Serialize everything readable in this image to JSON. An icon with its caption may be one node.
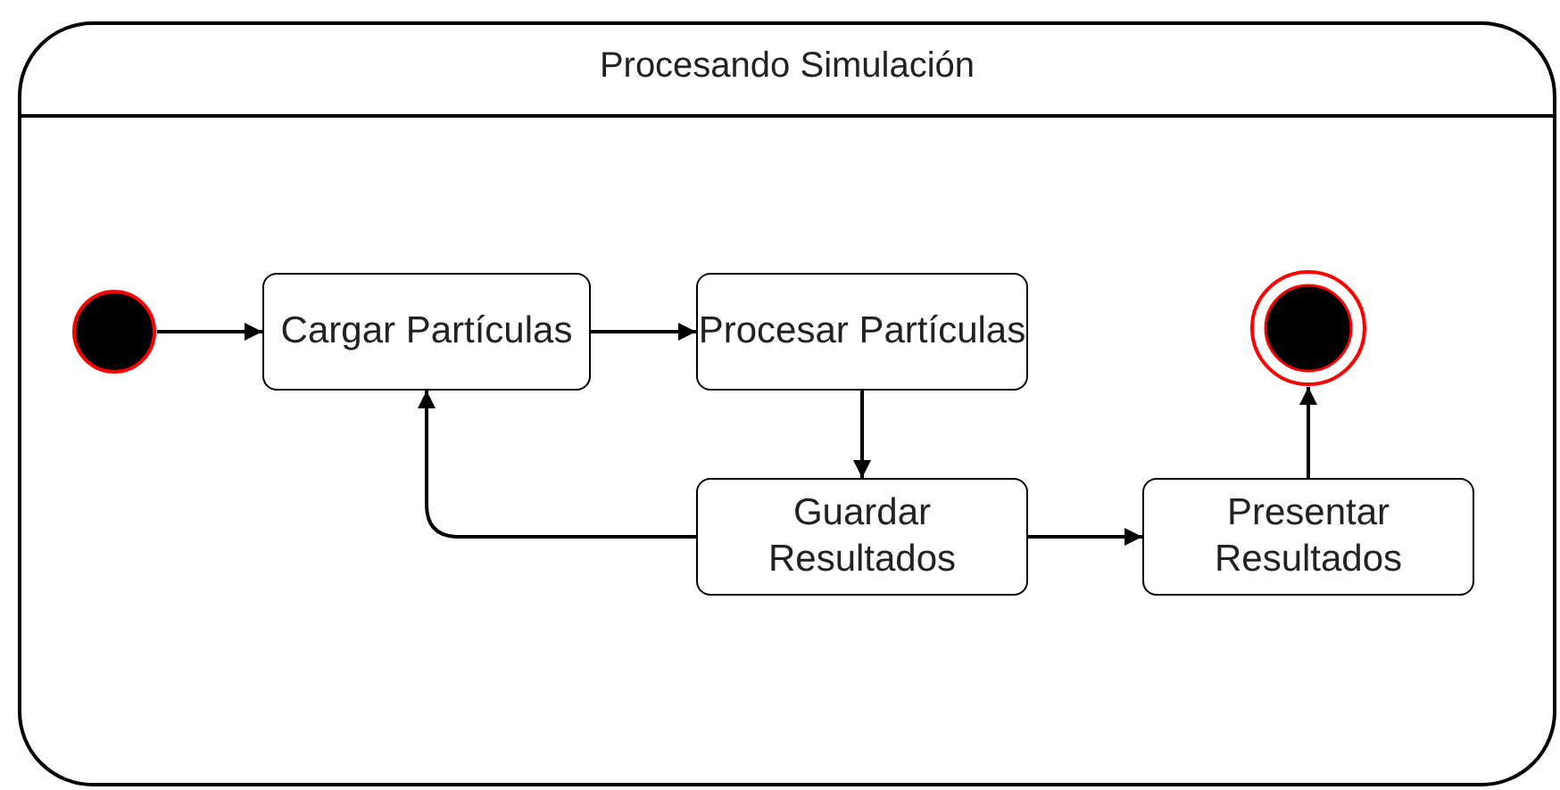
{
  "diagram": {
    "nodes": [
      {
        "text": [
          "Procesando Simulación"
        ]
      },
      {
        "text": [],
        "shape": "circle",
        "in": 0
      },
      {
        "text": [
          "Cargar Partículas"
        ],
        "in": 0
      },
      {
        "text": [
          "Procesar Partículas"
        ],
        "in": 0
      },
      {
        "text": [
          "Guardar Resultados"
        ],
        "in": 0
      },
      {
        "text": [
          "Presentar Resultados"
        ],
        "in": 0
      },
      {
        "text": [],
        "shape": "circle",
        "in": 0
      }
    ],
    "edges": [
      {
        "from": 1,
        "to": 2,
        "arrow": "to"
      },
      {
        "from": 2,
        "to": 3,
        "arrow": "to"
      },
      {
        "from": 3,
        "to": 4,
        "arrow": "to"
      },
      {
        "from": 4,
        "to": 2,
        "arrow": "to"
      },
      {
        "from": 4,
        "to": 5,
        "arrow": "to"
      },
      {
        "from": 5,
        "to": 6,
        "arrow": "to"
      }
    ]
  }
}
